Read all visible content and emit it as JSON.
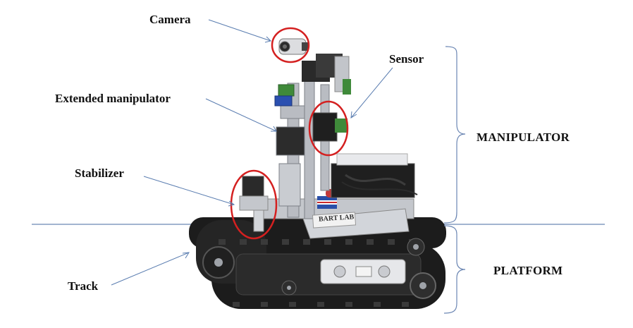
{
  "labels": {
    "camera": "Camera",
    "sensor": "Sensor",
    "extended_manipulator": "Extended manipulator",
    "stabilizer": "Stabilizer",
    "track": "Track",
    "manipulator": "MANIPULATOR",
    "platform": "PLATFORM",
    "badge": "BART LAB"
  },
  "colors": {
    "highlight_circle": "#d42020",
    "pointer_line": "#5a7db0",
    "bracket": "#6b86b3",
    "track": "#1c1c1c",
    "frame": "#b9bcc2"
  }
}
